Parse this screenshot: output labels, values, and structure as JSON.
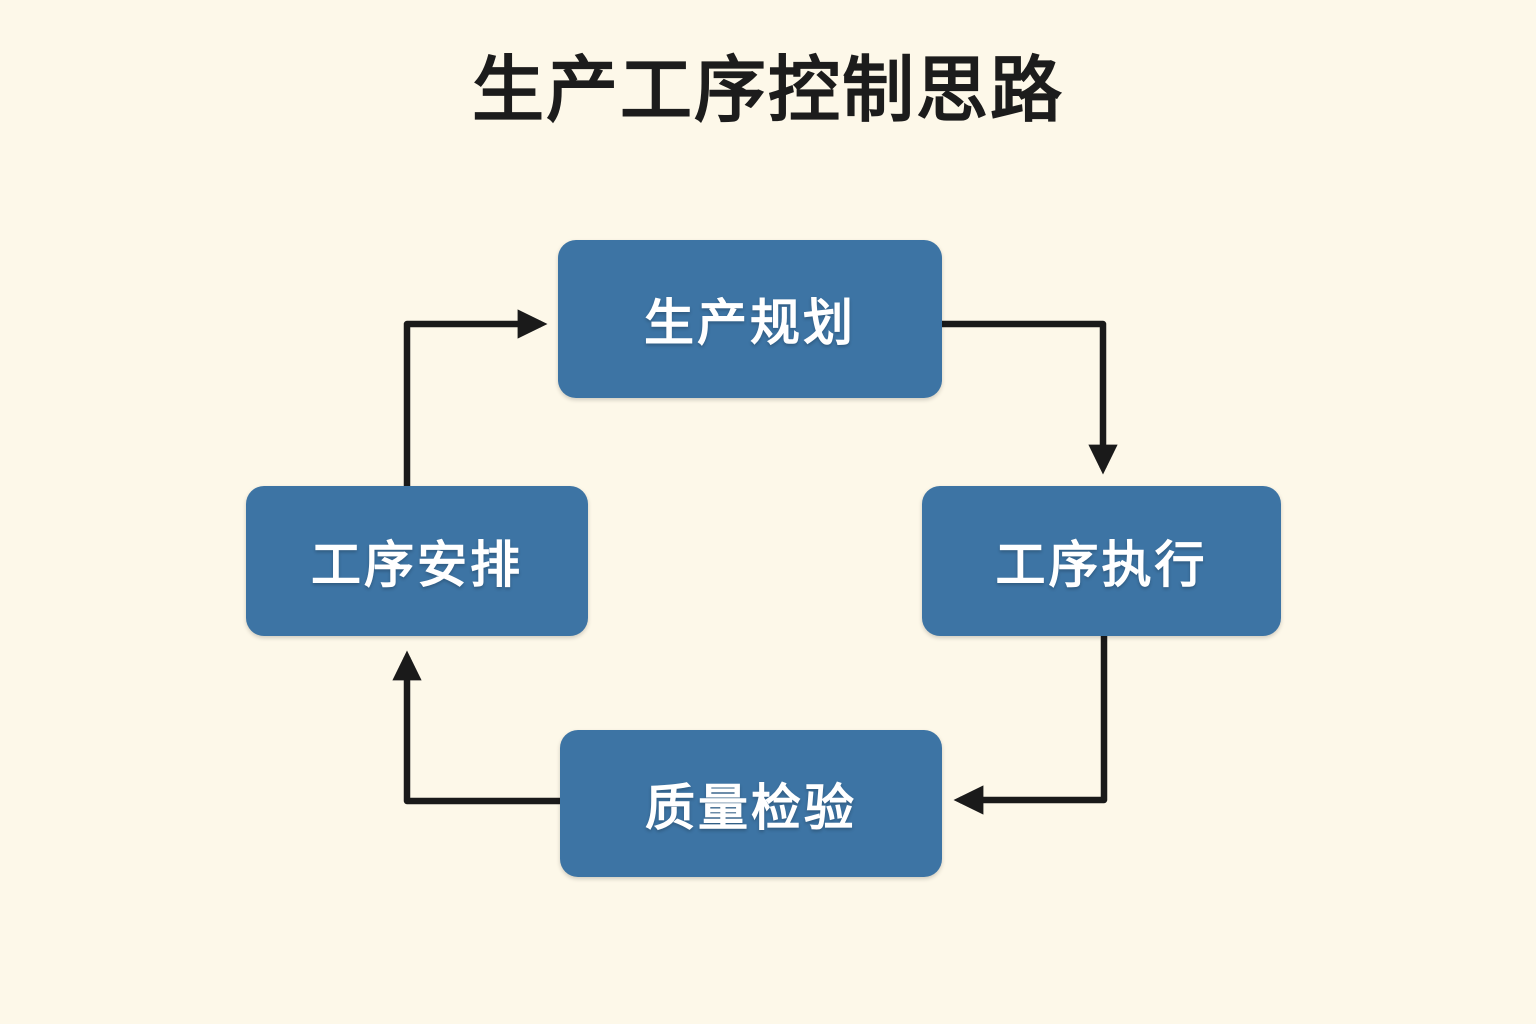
{
  "page": {
    "background_color": "#fdf8e9",
    "title": "生产工序控制思路"
  },
  "theme": {
    "node_fill": "#3d74a4",
    "node_text_color": "#ffffff",
    "connector_color": "#1a1a1a",
    "title_color": "#1c1c1c"
  },
  "diagram": {
    "type": "cycle-flowchart",
    "nodes": [
      {
        "id": "plan",
        "label": "生产规划",
        "position": "top"
      },
      {
        "id": "exec",
        "label": "工序执行",
        "position": "right"
      },
      {
        "id": "qc",
        "label": "质量检验",
        "position": "bottom"
      },
      {
        "id": "sched",
        "label": "工序安排",
        "position": "left"
      }
    ],
    "edges": [
      {
        "from": "plan",
        "to": "exec",
        "arrow_direction": "down"
      },
      {
        "from": "exec",
        "to": "qc",
        "arrow_direction": "left"
      },
      {
        "from": "qc",
        "to": "sched",
        "arrow_direction": "up"
      },
      {
        "from": "sched",
        "to": "plan",
        "arrow_direction": "right"
      }
    ]
  }
}
